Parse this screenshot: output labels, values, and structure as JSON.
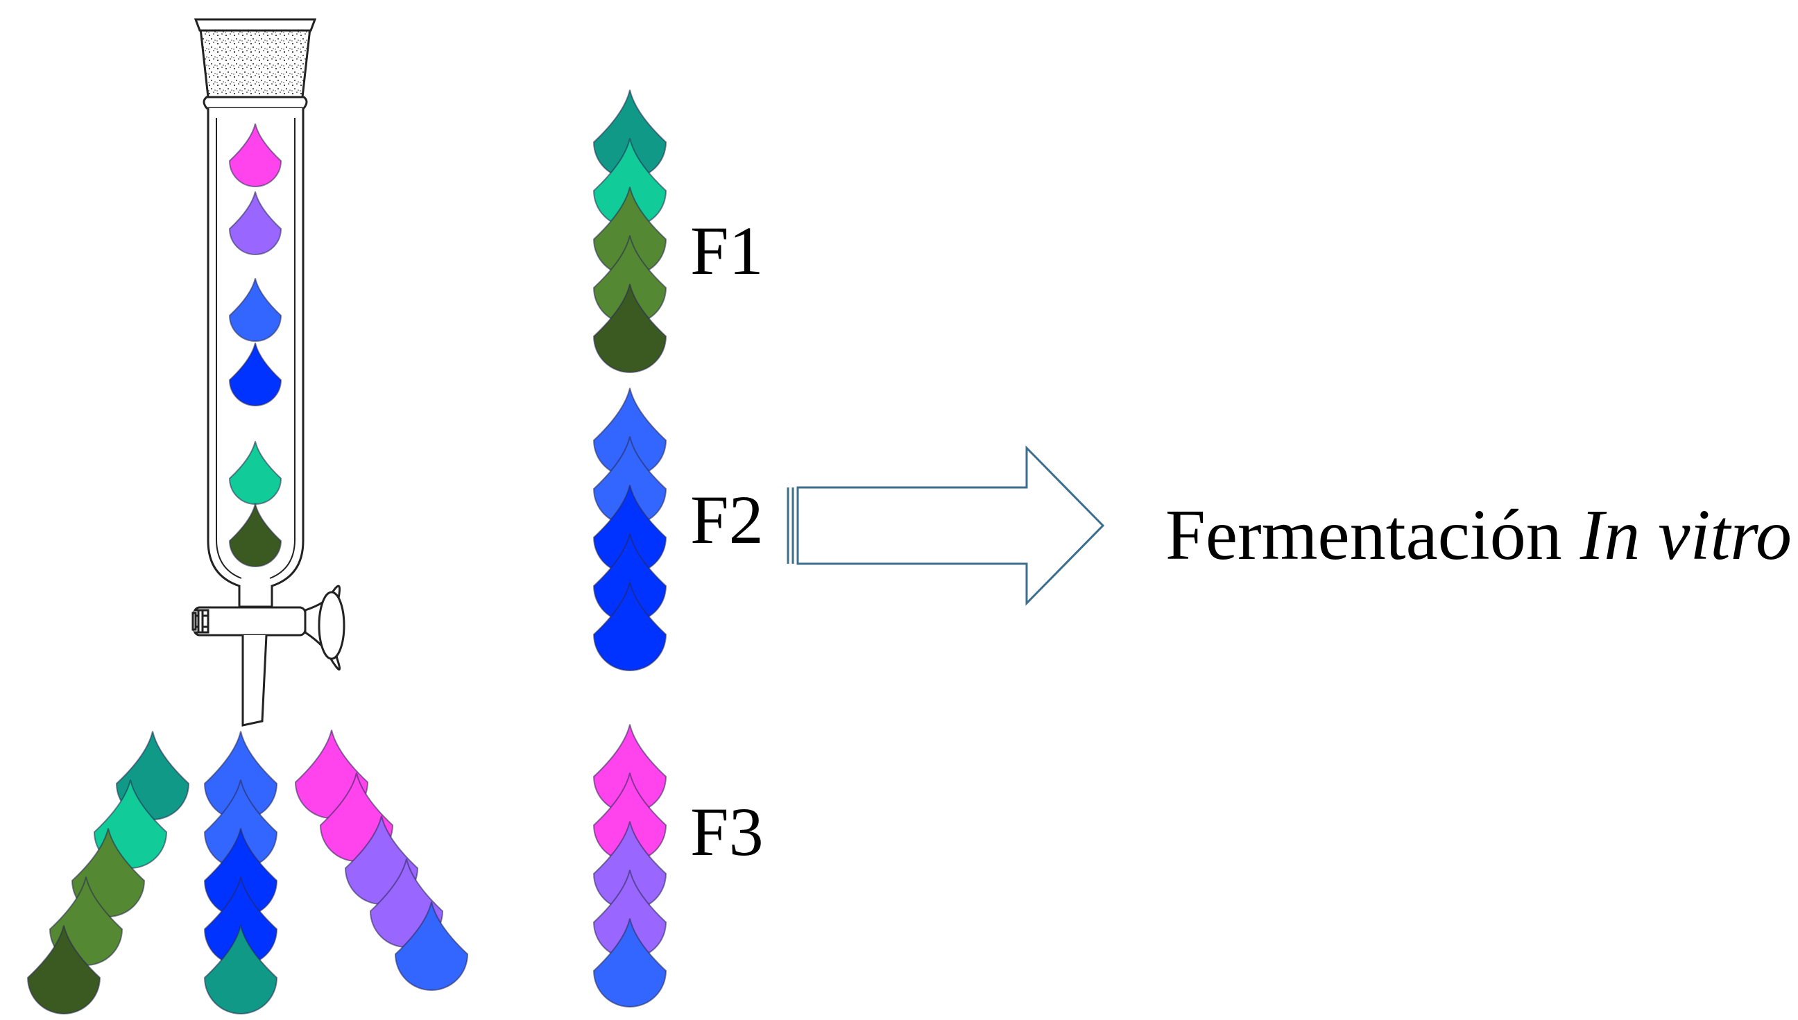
{
  "labels": {
    "f1": "F1",
    "f2": "F2",
    "f3": "F3",
    "result_main": "Fermentación",
    "result_italic": "In vitro"
  },
  "colors": {
    "magenta": "#FF44EE",
    "lavender": "#9966FF",
    "sky_blue": "#3366FF",
    "royal_blue": "#0033FF",
    "mint": "#11CC99",
    "dark_green": "#3A5A22",
    "olive_green": "#558833",
    "teal": "#119988",
    "arrow_stroke": "#3C6E8E"
  },
  "column": {
    "drops": [
      "magenta",
      "lavender",
      "sky_blue",
      "royal_blue",
      "mint",
      "dark_green"
    ]
  },
  "fractions": [
    {
      "id": "F1",
      "drops": [
        "teal",
        "mint",
        "olive_green",
        "olive_green",
        "dark_green"
      ]
    },
    {
      "id": "F2",
      "drops": [
        "sky_blue",
        "sky_blue",
        "royal_blue",
        "royal_blue",
        "royal_blue"
      ]
    },
    {
      "id": "F3",
      "drops": [
        "magenta",
        "magenta",
        "lavender",
        "lavender",
        "sky_blue"
      ]
    }
  ],
  "eluate_streams": [
    {
      "name": "green",
      "drops": [
        "teal",
        "mint",
        "olive_green",
        "olive_green",
        "dark_green"
      ]
    },
    {
      "name": "blue",
      "drops": [
        "sky_blue",
        "sky_blue",
        "royal_blue",
        "royal_blue",
        "teal"
      ]
    },
    {
      "name": "pink",
      "drops": [
        "magenta",
        "magenta",
        "lavender",
        "lavender",
        "sky_blue"
      ]
    }
  ]
}
